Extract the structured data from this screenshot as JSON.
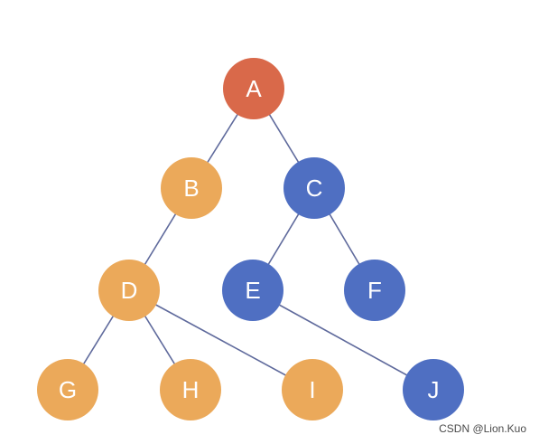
{
  "colors": {
    "root": "#d9694a",
    "left": "#eba95a",
    "right": "#4f6fc2",
    "edge": "#5f6a9c"
  },
  "nodes": [
    {
      "id": "A",
      "label": "A",
      "group": "root"
    },
    {
      "id": "B",
      "label": "B",
      "group": "left"
    },
    {
      "id": "C",
      "label": "C",
      "group": "right"
    },
    {
      "id": "D",
      "label": "D",
      "group": "left"
    },
    {
      "id": "E",
      "label": "E",
      "group": "right"
    },
    {
      "id": "F",
      "label": "F",
      "group": "right"
    },
    {
      "id": "G",
      "label": "G",
      "group": "left"
    },
    {
      "id": "H",
      "label": "H",
      "group": "left"
    },
    {
      "id": "I",
      "label": "I",
      "group": "left"
    },
    {
      "id": "J",
      "label": "J",
      "group": "right"
    }
  ],
  "edges": [
    [
      "A",
      "B"
    ],
    [
      "A",
      "C"
    ],
    [
      "B",
      "D"
    ],
    [
      "C",
      "E"
    ],
    [
      "C",
      "F"
    ],
    [
      "D",
      "G"
    ],
    [
      "D",
      "H"
    ],
    [
      "D",
      "I"
    ],
    [
      "E",
      "J"
    ]
  ],
  "watermark": "CSDN @Lion.Kuo"
}
